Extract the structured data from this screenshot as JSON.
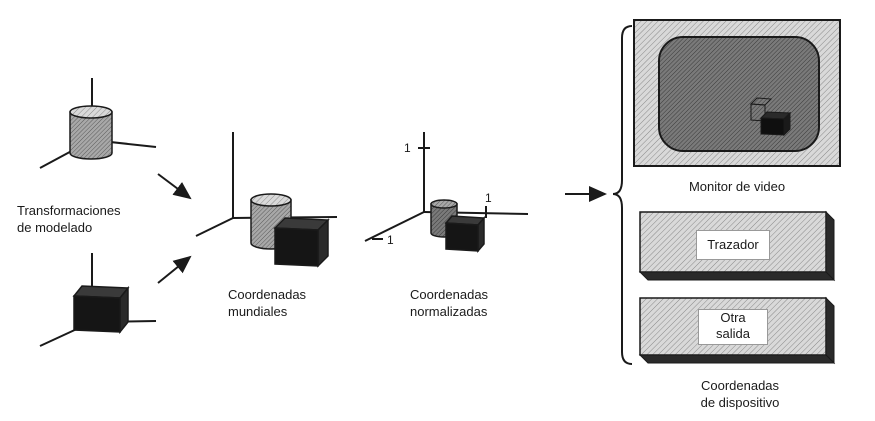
{
  "labels": {
    "modeling_transforms_line1": "Transformaciones",
    "modeling_transforms_line2": "de modelado",
    "world_coords_line1": "Coordenadas",
    "world_coords_line2": "mundiales",
    "normalized_coords_line1": "Coordenadas",
    "normalized_coords_line2": "normalizadas",
    "video_monitor": "Monitor de video",
    "plotter": "Trazador",
    "other_output_line1": "Otra",
    "other_output_line2": "salida",
    "device_coords_line1": "Coordenadas",
    "device_coords_line2": "de dispositivo"
  },
  "normalized_axis_ticks": {
    "y": "1",
    "x": "1",
    "z": "1"
  },
  "colors": {
    "ink": "#1a1a1a",
    "hatch_light": "#c8c8c8",
    "hatch_mid": "#9a9a9a",
    "screen_dark": "#7d7d7d",
    "cube_dark": "#151515"
  }
}
